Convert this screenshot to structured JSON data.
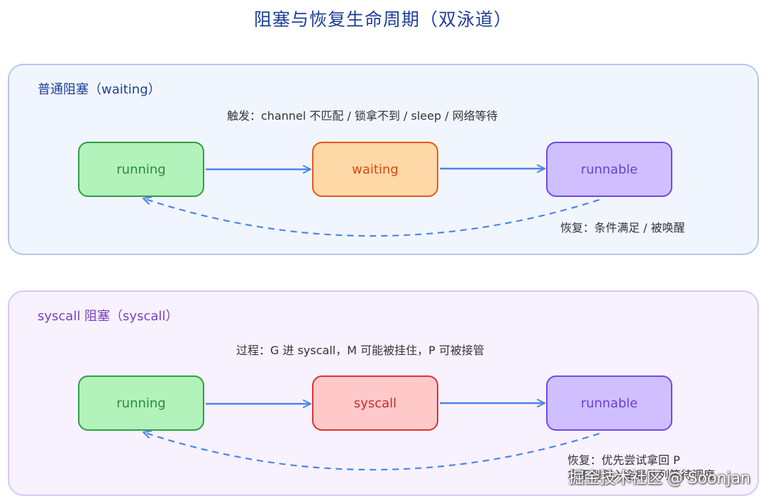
{
  "title": "阻塞与恢复生命周期（双泳道）",
  "lanes": {
    "normal": {
      "title": "普通阻塞（waiting）",
      "trigger": "触发：channel 不匹配 / 锁拿不到 / sleep / 网络等待",
      "states": [
        "running",
        "waiting",
        "runnable"
      ],
      "recovery": "恢复：条件满足 / 被唤醒"
    },
    "syscall": {
      "title": "syscall 阻塞（syscall）",
      "process": "过程：G 进 syscall，M 可能被挂住，P 可被接管",
      "states": [
        "running",
        "syscall",
        "runnable"
      ],
      "recovery_line1": "恢复：优先尝试拿回 P",
      "recovery_line2": "拿不到则入全局队列等待调度"
    }
  },
  "watermark": "掘金技术社区 @ Soonjan",
  "colors": {
    "title": "#1f3f96",
    "arrow": "#4a86e8",
    "running": "#b2f2bb",
    "waiting": "#ffd8a8",
    "runnable": "#d0bfff",
    "syscall": "#ffc9c9"
  }
}
